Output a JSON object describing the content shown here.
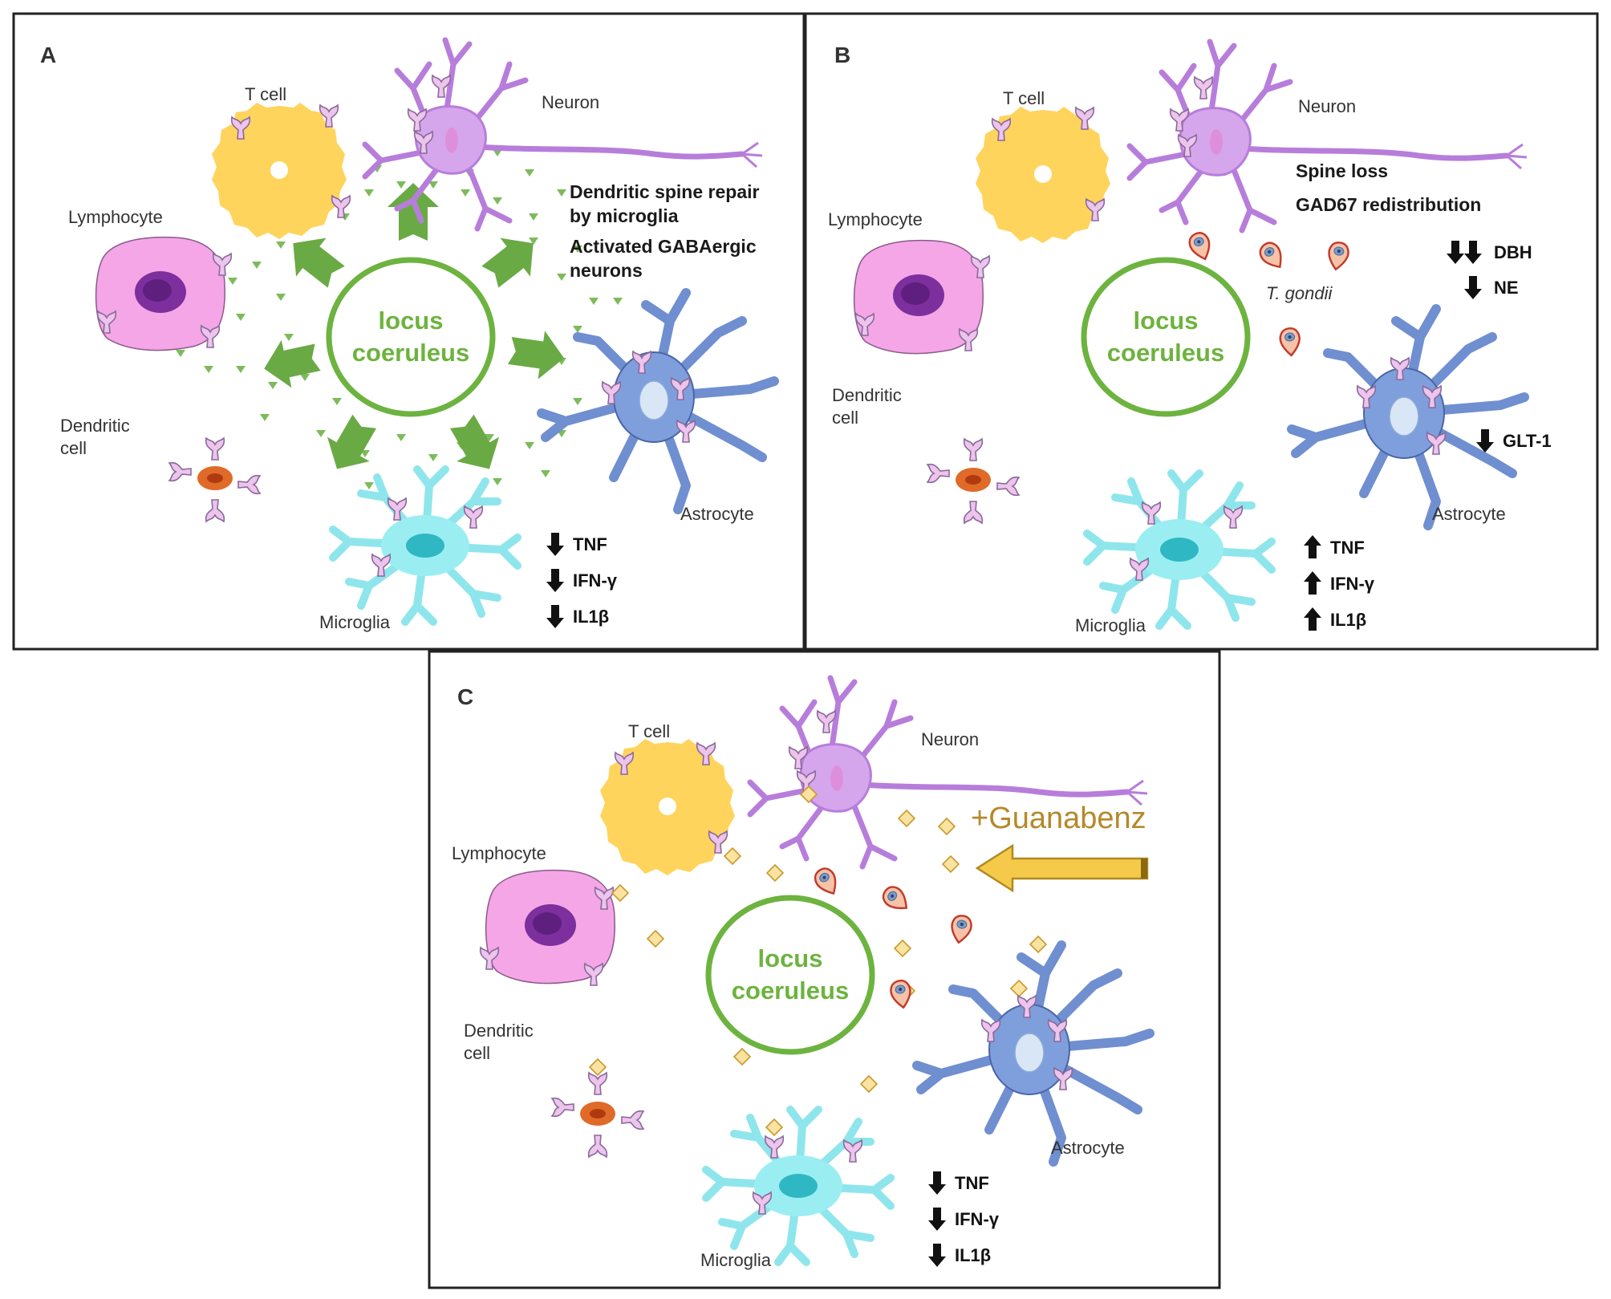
{
  "panels": {
    "a": {
      "letter": "A",
      "cells": {
        "t_cell": "T cell",
        "neuron": "Neuron",
        "lymphocyte": "Lymphocyte",
        "dendritic_1": "Dendritic",
        "dendritic_2": "cell",
        "astrocyte": "Astrocyte",
        "microglia": "Microglia"
      },
      "notes": [
        "Dendritic spine repair",
        "by microglia",
        "Activated GABAergic",
        "neurons"
      ],
      "locus": [
        "locus",
        "coeruleus"
      ],
      "cytokines": [
        {
          "label": "TNF",
          "direction": "down"
        },
        {
          "label": "IFN-γ",
          "direction": "down"
        },
        {
          "label": "IL1β",
          "direction": "down"
        }
      ]
    },
    "b": {
      "letter": "B",
      "cells": {
        "t_cell": "T cell",
        "neuron": "Neuron",
        "lymphocyte": "Lymphocyte",
        "dendritic_1": "Dendritic",
        "dendritic_2": "cell",
        "astrocyte": "Astrocyte",
        "microglia": "Microglia"
      },
      "notes": [
        "Spine loss",
        "GAD67 redistribution"
      ],
      "parasite": "T. gondii",
      "locus": [
        "locus",
        "coeruleus"
      ],
      "markers": [
        {
          "label": "DBH",
          "direction": "double-down"
        },
        {
          "label": "NE",
          "direction": "down"
        },
        {
          "label": "GLT-1",
          "direction": "down"
        }
      ],
      "cytokines": [
        {
          "label": "TNF",
          "direction": "up"
        },
        {
          "label": "IFN-γ",
          "direction": "up"
        },
        {
          "label": "IL1β",
          "direction": "up"
        }
      ]
    },
    "c": {
      "letter": "C",
      "cells": {
        "t_cell": "T cell",
        "neuron": "Neuron",
        "lymphocyte": "Lymphocyte",
        "dendritic_1": "Dendritic",
        "dendritic_2": "cell",
        "astrocyte": "Astrocyte",
        "microglia": "Microglia"
      },
      "drug": "+Guanabenz",
      "locus": [
        "locus",
        "coeruleus"
      ],
      "cytokines": [
        {
          "label": "TNF",
          "direction": "down"
        },
        {
          "label": "IFN-γ",
          "direction": "down"
        },
        {
          "label": "IL1β",
          "direction": "down"
        }
      ]
    }
  },
  "colors": {
    "locus_green": "#6db33f",
    "t_cell": "#ffd45c",
    "neuron": "#b77ddb",
    "lymphocyte": "#ef9ee0",
    "astrocyte": "#6f8fd0",
    "microglia": "#7fe0e6",
    "dendritic": "#d45a1e",
    "guanabenz": "#f3c94e",
    "receptor": "#e8b8e8"
  },
  "icons": [
    "arrow-up-icon",
    "arrow-down-icon",
    "double-arrow-down-icon",
    "receptor-icon",
    "parasite-icon",
    "guanabenz-diamond-icon",
    "norepinephrine-dot-icon"
  ]
}
